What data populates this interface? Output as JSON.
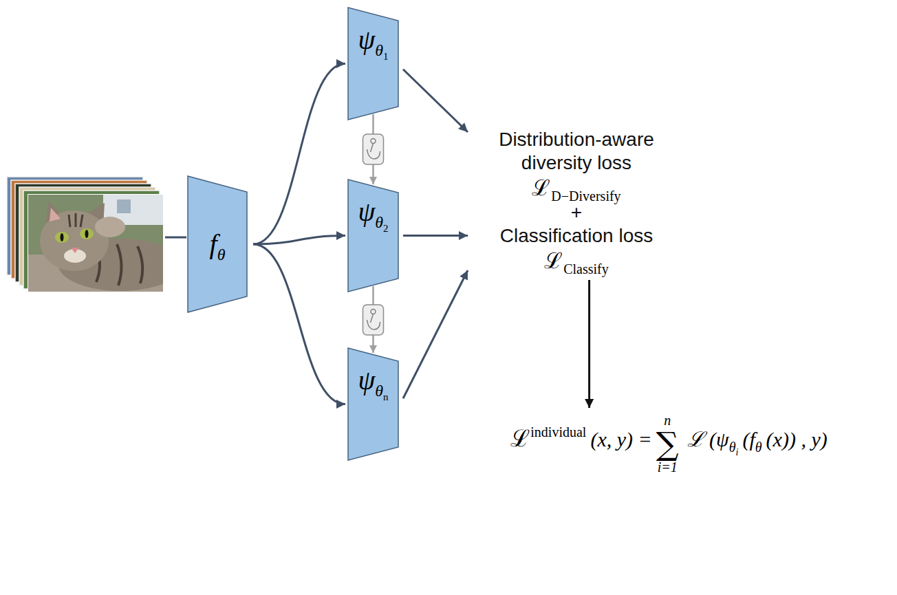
{
  "diagram": {
    "nodes": [
      {
        "text": [
          "f",
          "θ"
        ]
      },
      {
        "text": [
          "ψ",
          "θ",
          "1"
        ]
      },
      {
        "text": [
          "ψ",
          "θ",
          "2"
        ]
      },
      {
        "text": [
          "ψ",
          "θ",
          "n"
        ]
      },
      {
        "text": [
          "Distribution-aware diversity loss",
          "ℒ",
          "D−Diversify",
          "+",
          "Classification loss",
          "ℒ",
          "Classify"
        ]
      },
      {
        "text": [
          "ℒ",
          "individual",
          "(x, y) =",
          "n",
          "∑",
          "i=1",
          "ℒ (ψ",
          "θ",
          "i",
          "(f",
          "θ",
          "(x)) , y)"
        ]
      }
    ],
    "edges": [
      {
        "from": 0,
        "to": 1,
        "arrow": "to"
      },
      {
        "from": 0,
        "to": 2,
        "arrow": "to"
      },
      {
        "from": 0,
        "to": 3,
        "arrow": "to"
      },
      {
        "from": 1,
        "to": 2,
        "arrow": "to"
      },
      {
        "from": 2,
        "to": 3,
        "arrow": "to"
      },
      {
        "from": 1,
        "to": 4,
        "arrow": "to"
      },
      {
        "from": 2,
        "to": 4,
        "arrow": "to"
      },
      {
        "from": 3,
        "to": 4,
        "arrow": "to"
      },
      {
        "from": 4,
        "to": 5,
        "arrow": "to"
      }
    ]
  }
}
